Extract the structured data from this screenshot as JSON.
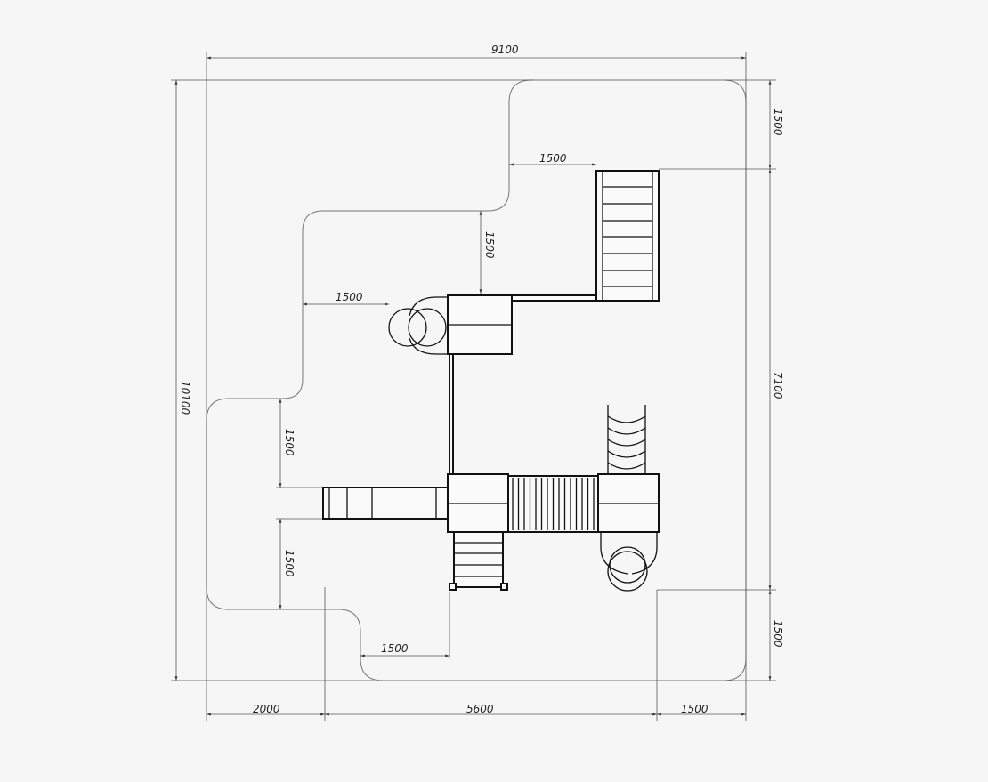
{
  "drawing": {
    "title": "Playground equipment layout plan with safety zone",
    "dimensions": {
      "overall_width": "9100",
      "overall_height": "10100",
      "right_top": "1500",
      "right_middle": "7100",
      "right_bottom": "1500",
      "bottom_left": "2000",
      "bottom_middle": "5600",
      "bottom_right": "1500",
      "ladder_offset": "1500",
      "top_platform_offset": "1500",
      "loop_slide_offset": "1500",
      "left_slide_top": "1500",
      "left_slide_bottom": "1500",
      "stairs_offset": "1500"
    }
  }
}
